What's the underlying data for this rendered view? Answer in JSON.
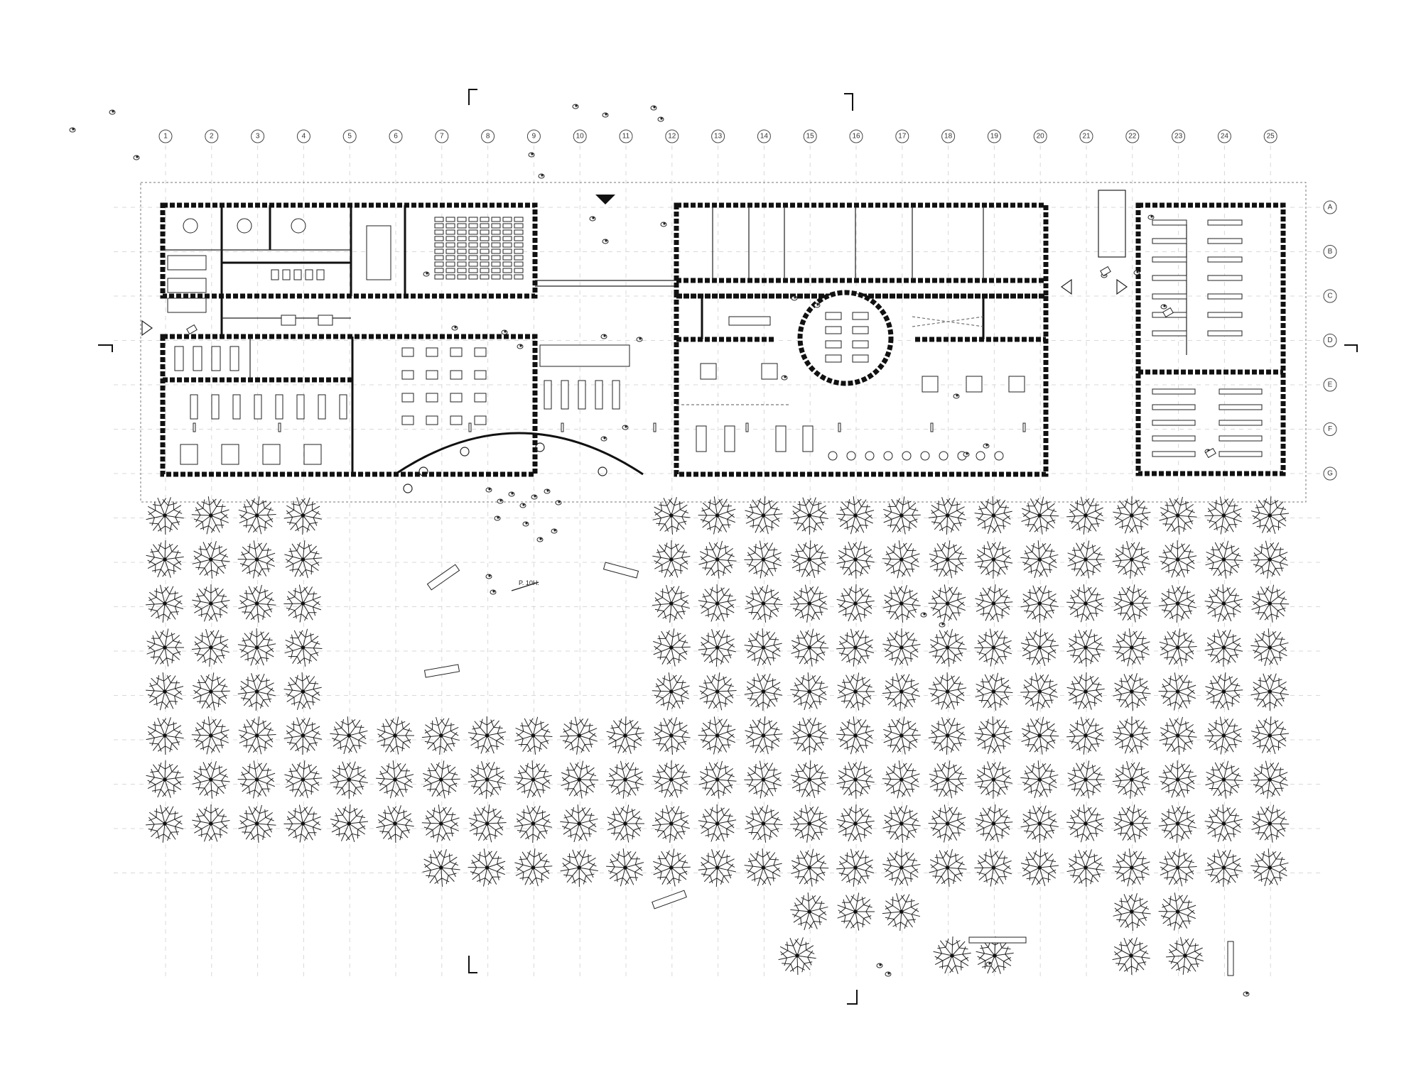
{
  "drawing": {
    "column_grid": [
      "1",
      "2",
      "3",
      "4",
      "5",
      "6",
      "7",
      "8",
      "9",
      "10",
      "11",
      "12",
      "13",
      "14",
      "15",
      "16",
      "17",
      "18",
      "19",
      "20",
      "21",
      "22",
      "23",
      "24",
      "25"
    ],
    "row_grid": [
      "A",
      "B",
      "C",
      "D",
      "E",
      "F",
      "G"
    ],
    "annotation": "P. 10H.",
    "colors": {
      "ink": "#111111",
      "grid": "#d8d8d8",
      "paper": "#ffffff"
    },
    "icons": [
      "entrance-triangle-icon",
      "section-cut-marker-icon",
      "tree-icon",
      "person-icon",
      "car-icon"
    ]
  }
}
